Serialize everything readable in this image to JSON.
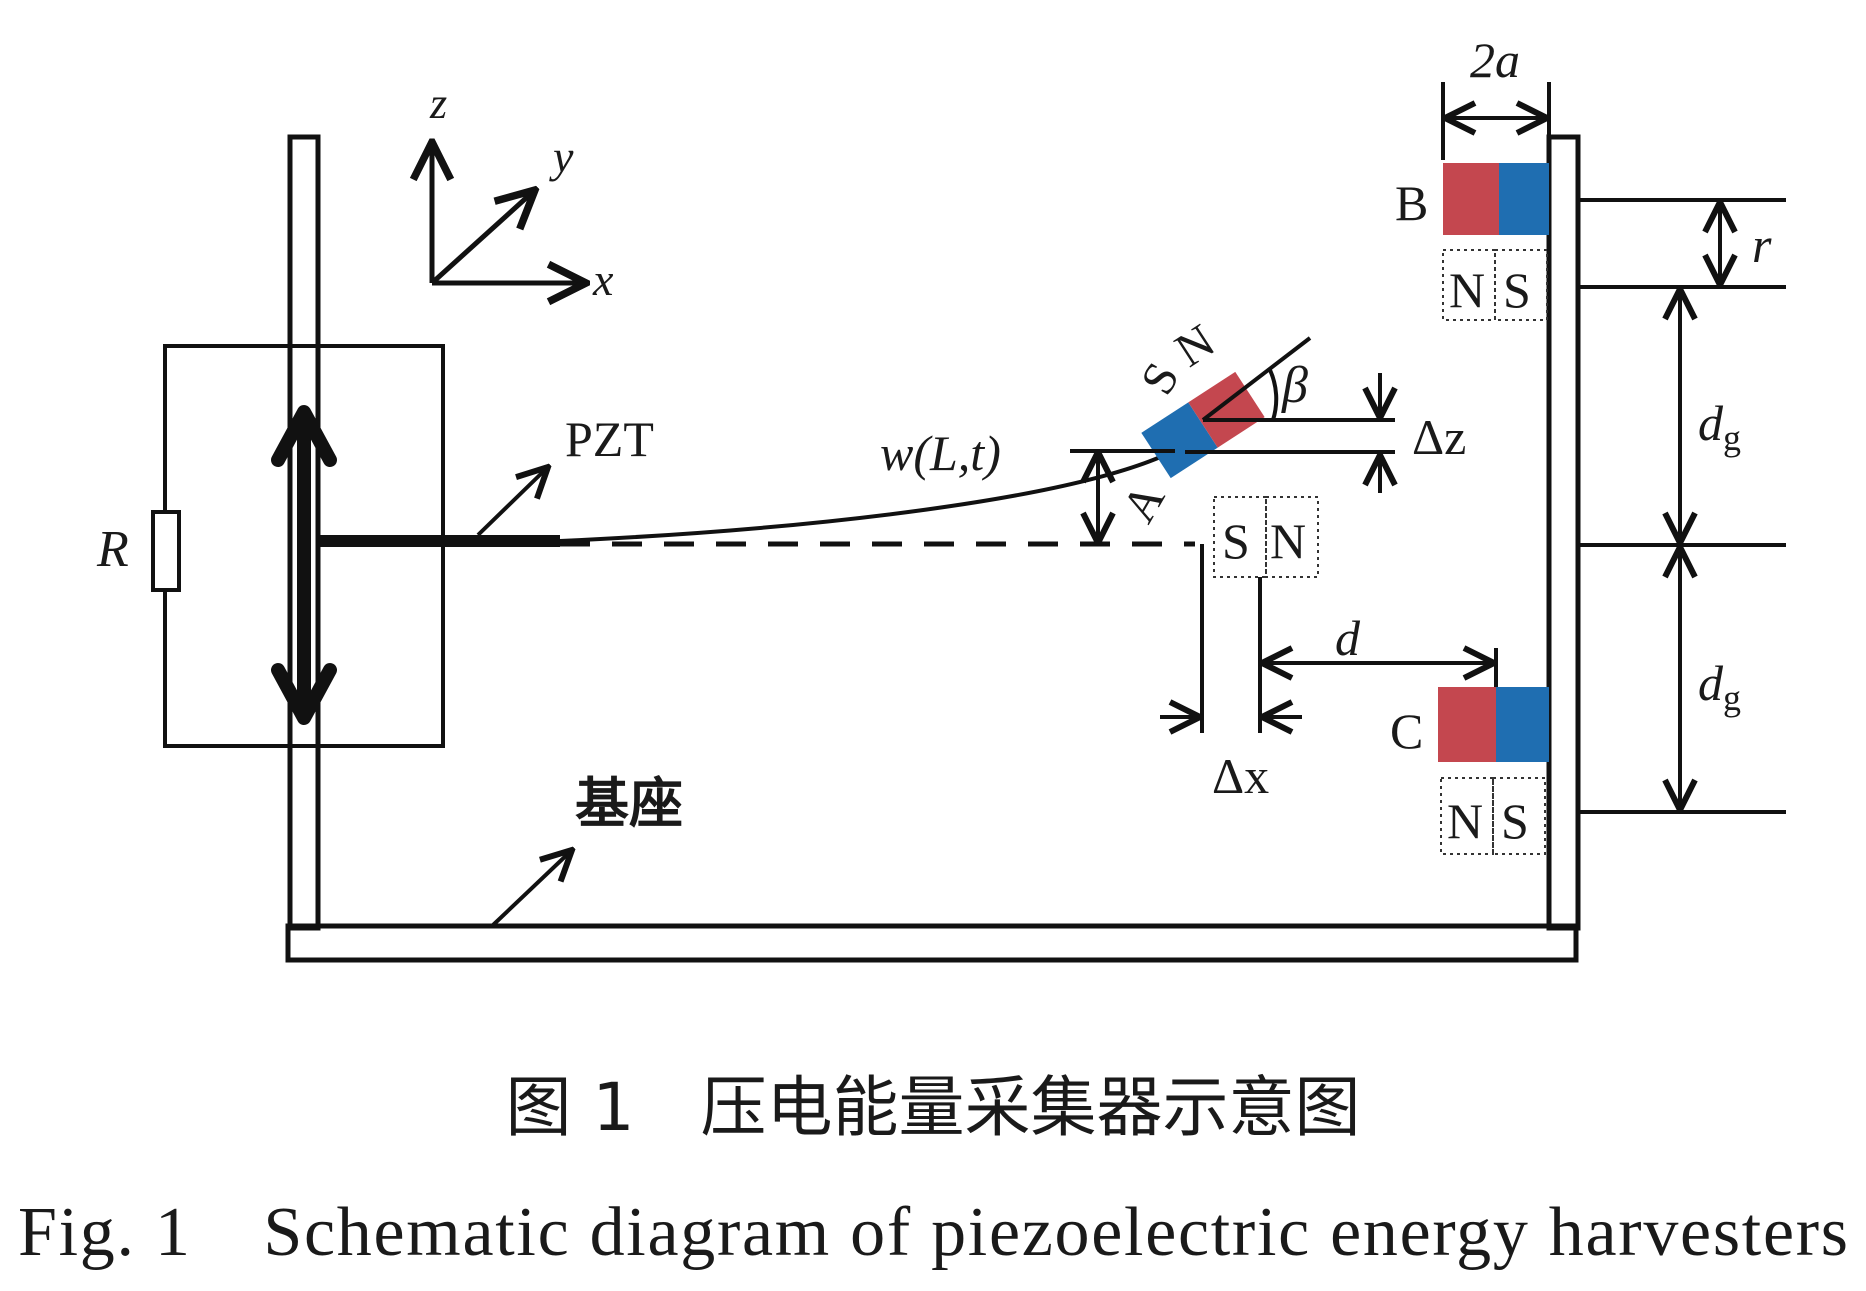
{
  "axes": {
    "z": "z",
    "y": "y",
    "x": "x"
  },
  "labels": {
    "pzt": "PZT",
    "resistor": "R",
    "deflection": "w(L,t)",
    "magnet_a": "A",
    "magnet_b": "B",
    "magnet_c": "C",
    "beta": "β",
    "delta_z": "Δz",
    "delta_x": "Δx",
    "d": "d",
    "r": "r",
    "dg_upper_main": "d",
    "dg_upper_sub": "g",
    "dg_lower_main": "d",
    "dg_lower_sub": "g",
    "two_a": "2a",
    "base": "基座"
  },
  "poles": {
    "a_left": "S",
    "a_right": "N",
    "a_ref_left": "S",
    "a_ref_right": "N",
    "b_left": "N",
    "b_right": "S",
    "c_left": "N",
    "c_right": "S"
  },
  "caption": {
    "cn": "图 1　压电能量采集器示意图",
    "en": "Fig. 1　Schematic diagram of piezoelectric energy harvesters"
  },
  "colors": {
    "north": "#c4474f",
    "south": "#1f6eb1",
    "line": "#111111"
  }
}
